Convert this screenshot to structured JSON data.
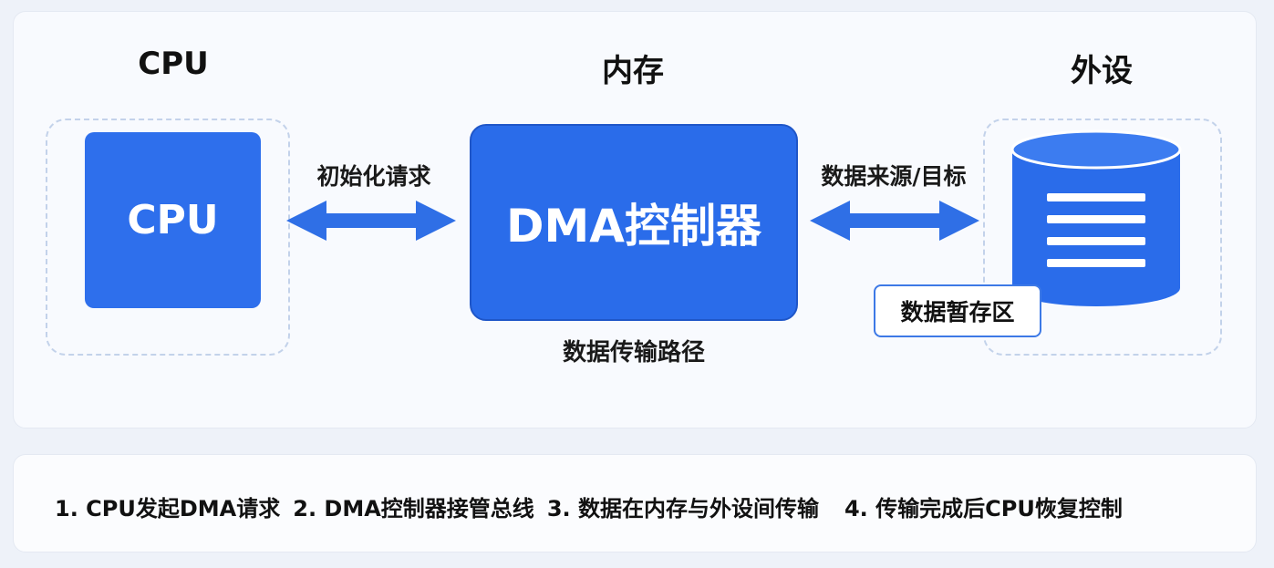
{
  "columns": {
    "cpu": "CPU",
    "memory": "内存",
    "peripheral": "外设"
  },
  "nodes": {
    "cpu_box": "CPU",
    "dma_box": "DMA控制器",
    "buffer": "数据暂存区"
  },
  "arrows": {
    "init_request": "初始化请求",
    "data_source_target": "数据来源/目标"
  },
  "path_label": "数据传输路径",
  "steps": [
    "1. CPU发起DMA请求",
    "2. DMA控制器接管总线",
    "3. 数据在内存与外设间传输",
    "4. 传输完成后CPU恢复控制"
  ],
  "colors": {
    "primary_blue": "#2e6fec",
    "dark_blue": "#1f56c8",
    "arrow_blue": "#2f6fe6"
  }
}
